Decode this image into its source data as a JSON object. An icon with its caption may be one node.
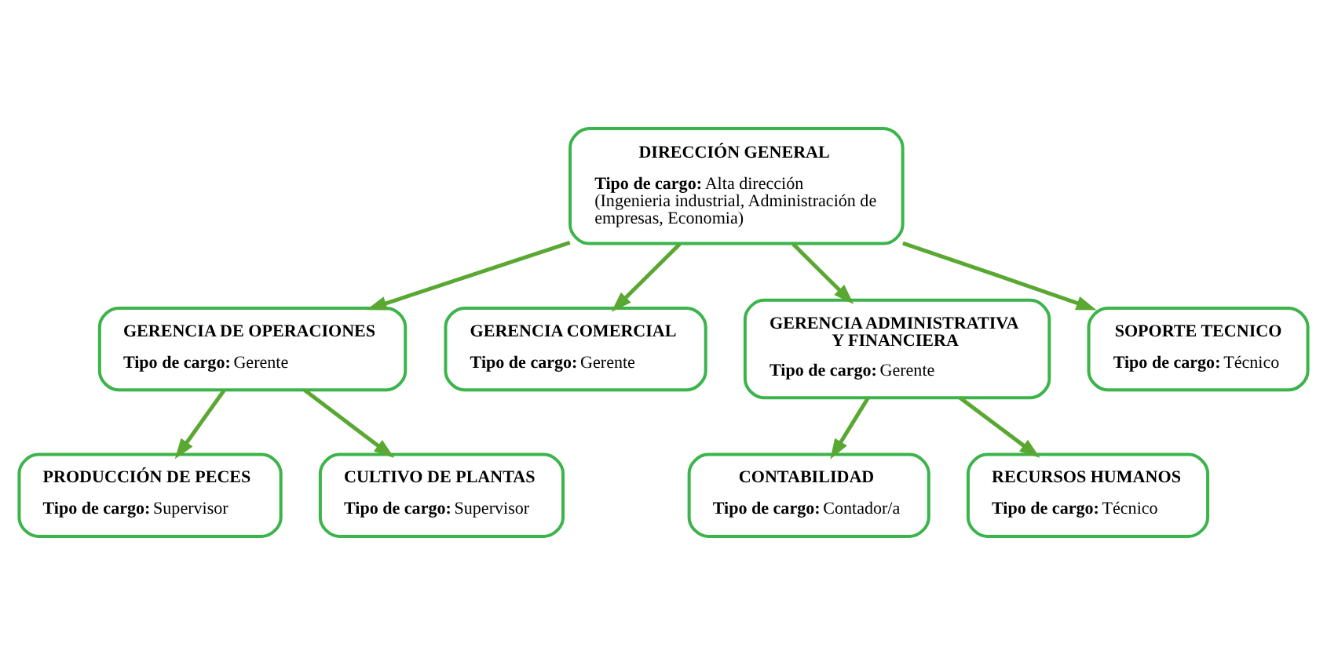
{
  "diagram": {
    "nodes": [
      {
        "text": [
          "DIRECCIÓN GENERAL",
          "**Tipo de cargo:** Alta dirección (Ingenieria industrial, Administración de empresas, Economia)"
        ]
      },
      {
        "text": [
          "GERENCIA DE OPERACIONES",
          "**Tipo de cargo:** Gerente"
        ]
      },
      {
        "text": [
          "GERENCIA COMERCIAL",
          "**Tipo de cargo:** Gerente"
        ]
      },
      {
        "text": [
          "GERENCIA ADMINISTRATIVA Y FINANCIERA",
          "**Tipo de cargo:** Gerente"
        ]
      },
      {
        "text": [
          "SOPORTE TECNICO",
          "**Tipo de cargo:** Técnico"
        ]
      },
      {
        "text": [
          "PRODUCCIÓN DE PECES",
          "**Tipo de cargo:** Supervisor"
        ]
      },
      {
        "text": [
          "CULTIVO DE PLANTAS",
          "**Tipo de cargo:** Supervisor"
        ]
      },
      {
        "text": [
          "CONTABILIDAD",
          "**Tipo de cargo:** Contador/a"
        ]
      },
      {
        "text": [
          "RECURSOS HUMANOS",
          "**Tipo de cargo:** Técnico"
        ]
      }
    ],
    "edges": [
      {
        "from": 0,
        "to": 1,
        "arrow": "to"
      },
      {
        "from": 0,
        "to": 2,
        "arrow": "to"
      },
      {
        "from": 0,
        "to": 3,
        "arrow": "to"
      },
      {
        "from": 0,
        "to": 4,
        "arrow": "to"
      },
      {
        "from": 1,
        "to": 5,
        "arrow": "to"
      },
      {
        "from": 1,
        "to": 6,
        "arrow": "to"
      },
      {
        "from": 3,
        "to": 7,
        "arrow": "to"
      },
      {
        "from": 3,
        "to": 8,
        "arrow": "to"
      }
    ]
  }
}
